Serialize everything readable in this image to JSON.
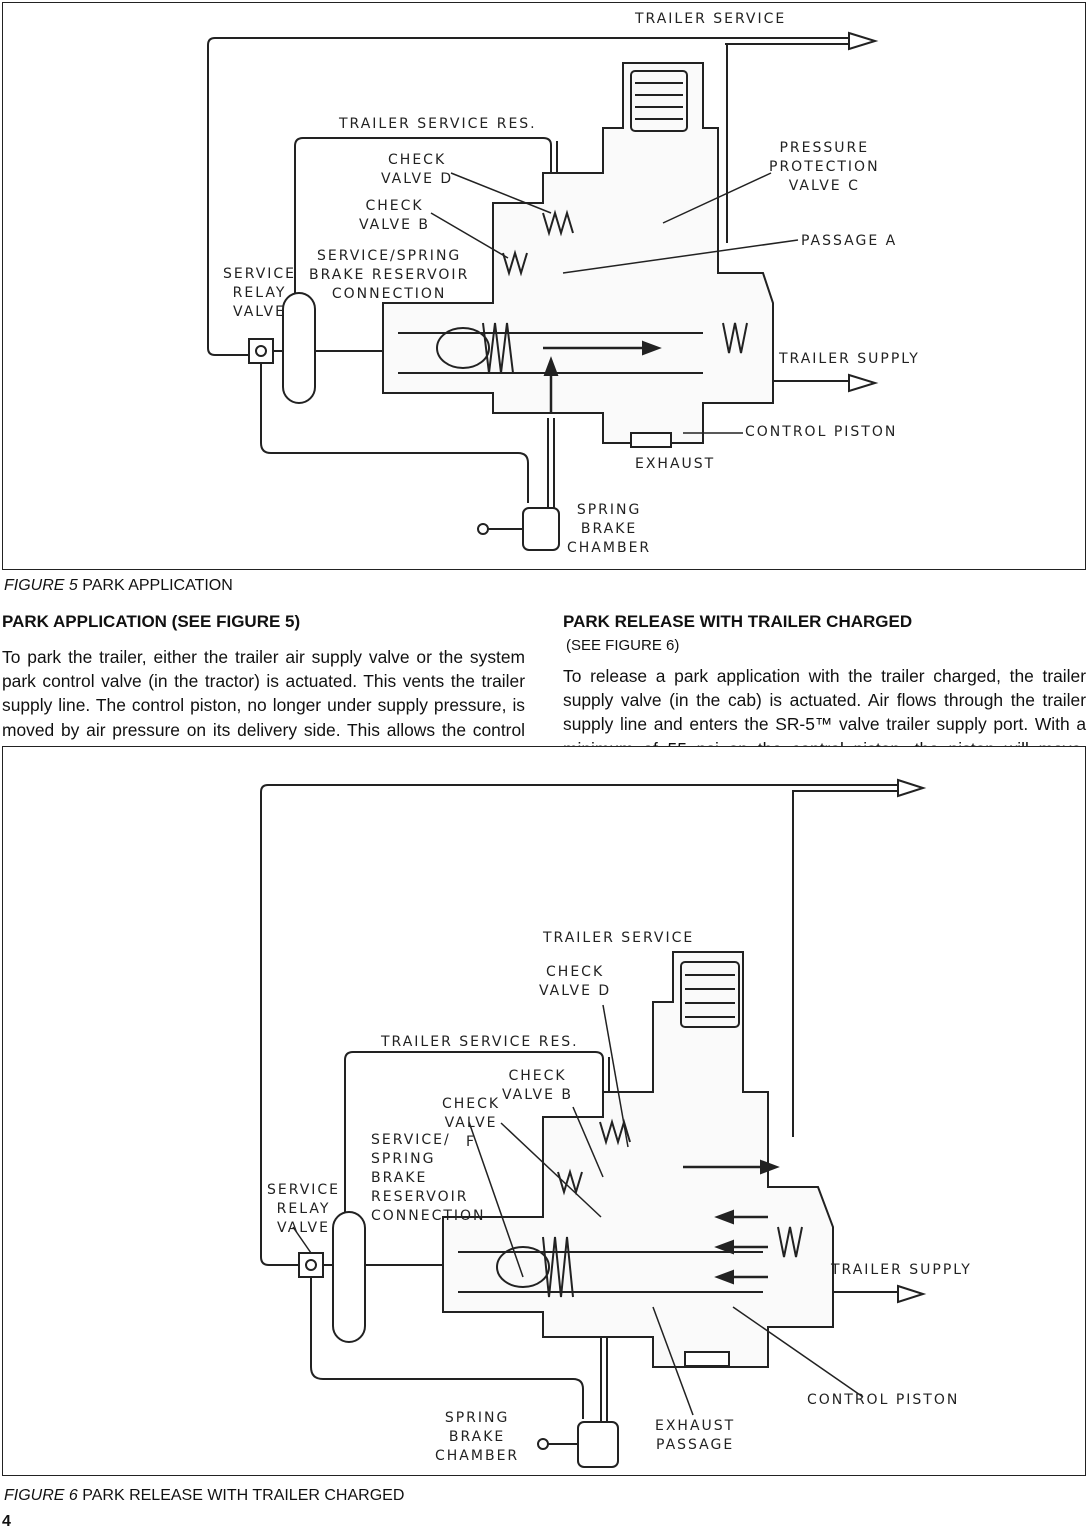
{
  "figure5": {
    "labels": {
      "trailer_service": "TRAILER SERVICE",
      "trailer_service_res": "TRAILER SERVICE RES.",
      "check_valve_d": "CHECK\nVALVE D",
      "check_valve_b": "CHECK\nVALVE B",
      "service_spring": "SERVICE/SPRING\nBRAKE RESERVOIR\nCONNECTION",
      "service_relay": "SERVICE\nRELAY\nVALVE",
      "pressure_protection": "PRESSURE\nPROTECTION\nVALVE C",
      "passage_a": "PASSAGE A",
      "trailer_supply": "TRAILER SUPPLY",
      "control_piston": "CONTROL PISTON",
      "exhaust": "EXHAUST",
      "spring_brake": "SPRING\nBRAKE\nCHAMBER"
    },
    "caption_fig": "FIGURE 5",
    "caption_text": " PARK APPLICATION"
  },
  "left": {
    "heading": "PARK APPLICATION (SEE FIGURE 5)",
    "body": "To park the trailer, either the trailer air supply valve or the system park control valve (in the tractor) is actuated. This vents the trailer supply line. The control piston, no longer under supply pressure, is moved by air pressure on its delivery side. This allows the control piston to move to the exhaust position. The control inlet valve closes and the exhaust valve opens, allowing air from the spring brakes to exhaust through the passage in the control piston and apply the brakes. Check valves B and D close, preventing trailer reservoir air pressure loss through passage A."
  },
  "right": {
    "heading": "PARK RELEASE WITH TRAILER CHARGED",
    "subheading": "(SEE FIGURE 6)",
    "body": "To release a park application with the trailer charged, the trailer supply valve (in the cab) is actuated. Air flows through the trailer supply line and enters the SR-5™ valve trailer supply port. With a minimum of 55 psi on the control piston, the piston will move, sealing its exhaust passage. As piston travel continues, the inlet valve opens. Reservoir air (approx. 110 psi) then flows through check valve F, past the open inlet, and out to the spring brake chambers to release the brakes."
  },
  "figure6": {
    "labels": {
      "trailer_service": "TRAILER SERVICE",
      "check_valve_d": "CHECK\nVALVE D",
      "trailer_service_res": "TRAILER SERVICE RES.",
      "check_valve_b": "CHECK\nVALVE B",
      "check_valve_f": "CHECK\nVALVE\nF",
      "service_spring": "SERVICE/\nSPRING\nBRAKE\nRESERVOIR\nCONNECTION",
      "service_relay": "SERVICE\nRELAY\nVALVE",
      "trailer_supply": "TRAILER SUPPLY",
      "control_piston": "CONTROL PISTON",
      "spring_brake": "SPRING\nBRAKE\nCHAMBER",
      "exhaust_passage": "EXHAUST\nPASSAGE"
    },
    "caption_fig": "FIGURE 6",
    "caption_text": " PARK RELEASE WITH TRAILER CHARGED"
  },
  "page_number": "4"
}
